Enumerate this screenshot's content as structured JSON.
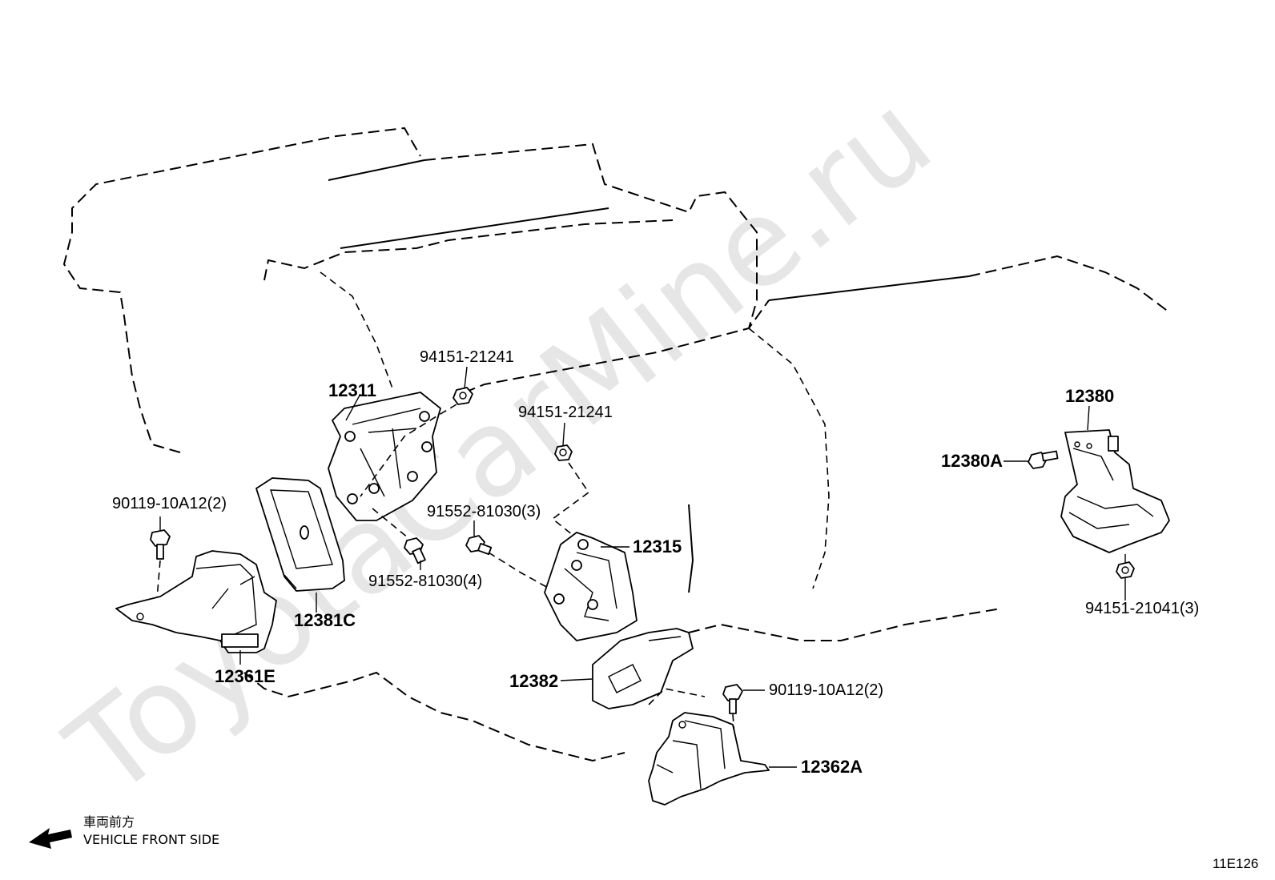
{
  "watermark": "ToyotaCarMine.ru",
  "diagram_id": "11E126",
  "front_indicator": {
    "japanese": "車両前方",
    "english": "VEHICLE FRONT SIDE"
  },
  "callouts": {
    "p12311": "12311",
    "p94151_left": "94151-21241",
    "p94151_mid": "94151-21241",
    "p90119_left": "90119-10A12(2)",
    "p91552_upper": "91552-81030(3)",
    "p91552_lower": "91552-81030(4)",
    "p12315": "12315",
    "p12381C": "12381C",
    "p12361E": "12361E",
    "p12382": "12382",
    "p90119_right": "90119-10A12(2)",
    "p12362A": "12362A",
    "p12380": "12380",
    "p12380A": "12380A",
    "p94151_right": "94151-21041(3)"
  }
}
